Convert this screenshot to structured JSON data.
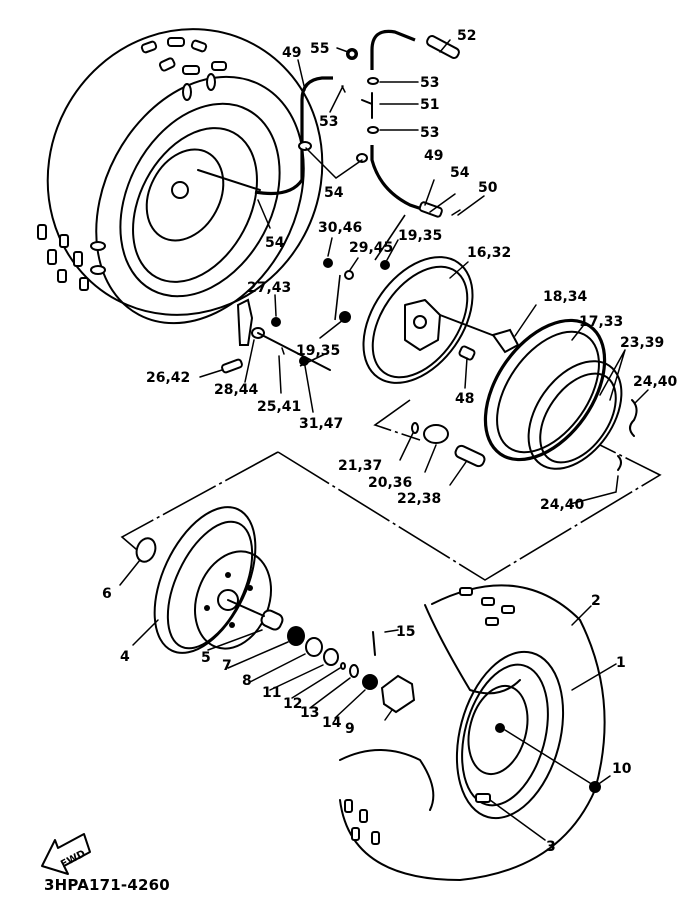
{
  "diagram": {
    "title": "Front wheel, brake and hub assembly — exploded parts view",
    "drawing_code": "3HPA171-4260",
    "fwd_label": "FWD",
    "footer_note": "",
    "colors": {
      "ink": "#000000",
      "paper": "#ffffff"
    }
  },
  "callouts": {
    "c1": "1",
    "c2": "2",
    "c3": "3",
    "c4": "4",
    "c5": "5",
    "c6": "6",
    "c7": "7",
    "c8": "8",
    "c9": "9",
    "c10": "10",
    "c11": "11",
    "c12": "12",
    "c13": "13",
    "c14": "14",
    "c15": "15",
    "c16_32": "16,32",
    "c17_33": "17,33",
    "c18_34": "18,34",
    "c19_35_a": "19,35",
    "c19_35_b": "19,35",
    "c20_36": "20,36",
    "c21_37": "21,37",
    "c22_38": "22,38",
    "c23_39": "23,39",
    "c24_40_a": "24,40",
    "c24_40_b": "24,40",
    "c25_41": "25,41",
    "c26_42": "26,42",
    "c27_43": "27,43",
    "c28_44": "28,44",
    "c29_45": "29,45",
    "c30_46": "30,46",
    "c31_47": "31,47",
    "c48": "48",
    "c49_a": "49",
    "c49_b": "49",
    "c50": "50",
    "c51": "51",
    "c52": "52",
    "c53_a": "53",
    "c53_b": "53",
    "c53_c": "53",
    "c54_a": "54",
    "c54_b": "54",
    "c54_c": "54",
    "c55": "55"
  }
}
